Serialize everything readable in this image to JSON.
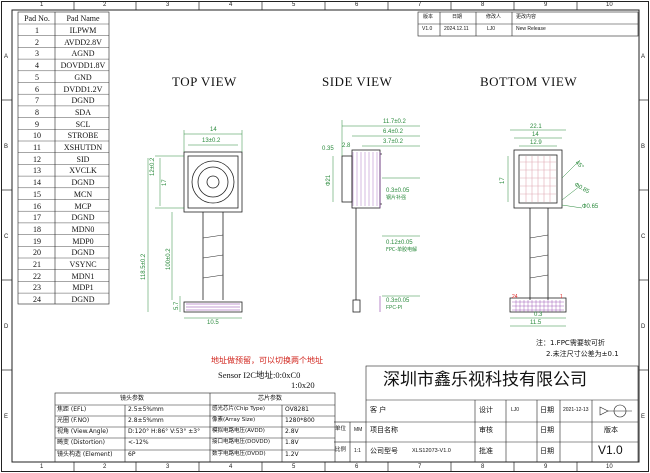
{
  "grid_cols": [
    "1",
    "2",
    "3",
    "4",
    "5",
    "6",
    "7",
    "8",
    "9",
    "10"
  ],
  "grid_rows": [
    "A",
    "B",
    "C",
    "D",
    "E"
  ],
  "revision": {
    "headers": [
      "版本",
      "日期",
      "修改人",
      "更改内容"
    ],
    "row": [
      "V1.0",
      "2024.12.11",
      "LJ0",
      "New Release"
    ]
  },
  "pad_table": {
    "header_no": "Pad No.",
    "header_name": "Pad Name",
    "rows": [
      [
        "1",
        "ILPWM"
      ],
      [
        "2",
        "AVDD2.8V"
      ],
      [
        "3",
        "AGND"
      ],
      [
        "4",
        "DOVDD1.8V"
      ],
      [
        "5",
        "GND"
      ],
      [
        "6",
        "DVDD1.2V"
      ],
      [
        "7",
        "DGND"
      ],
      [
        "8",
        "SDA"
      ],
      [
        "9",
        "SCL"
      ],
      [
        "10",
        "STROBE"
      ],
      [
        "11",
        "XSHUTDN"
      ],
      [
        "12",
        "SID"
      ],
      [
        "13",
        "XVCLK"
      ],
      [
        "14",
        "DGND"
      ],
      [
        "15",
        "MCN"
      ],
      [
        "16",
        "MCP"
      ],
      [
        "17",
        "DGND"
      ],
      [
        "18",
        "MDN0"
      ],
      [
        "19",
        "MDP0"
      ],
      [
        "20",
        "DGND"
      ],
      [
        "21",
        "VSYNC"
      ],
      [
        "22",
        "MDN1"
      ],
      [
        "23",
        "MDP1"
      ],
      [
        "24",
        "DGND"
      ]
    ]
  },
  "views": {
    "top": "TOP VIEW",
    "side": "SIDE VIEW",
    "bottom": "BOTTOM VIEW"
  },
  "dims": {
    "top_14": "14",
    "top_13": "13±0.2",
    "top_12": "12±0.2",
    "top_17": "17",
    "top_118": "118.5±0.2",
    "top_100": "100±0.2",
    "top_57": "5.7",
    "top_105": "10.5",
    "side_117": "11.7±0.2",
    "side_64": "6.4±0.2",
    "side_37": "3.7±0.2",
    "side_035": "0.35",
    "side_28": "2.8",
    "side_phi": "Ф21",
    "side_03": "0.3±0.05",
    "side_steel": "钢片补强",
    "side_012": "0.12±0.05",
    "side_fpc": "FPC-单胶电解",
    "side_03b": "0.3±0.05",
    "side_fpc2": "FPC-PI",
    "bot_221": "22.1",
    "bot_14": "14",
    "bot_129": "12.9",
    "bot_45": "45°",
    "bot_phi": "Ф0.85",
    "bot_phi2": "Ф0.65",
    "bot_17": "17",
    "bot_03": "0.3",
    "bot_115": "11.5",
    "bot_24": "24",
    "bot_1": "1"
  },
  "notes": {
    "line1": "注：1.FPC需要软可折",
    "line2": "2.未注尺寸公差为±0.1"
  },
  "addr": {
    "red": "地址做预留，可以切换两个地址",
    "line1": "Sensor I2C地址:0:0xC0",
    "line2": "1:0x20"
  },
  "company": "深圳市鑫乐视科技有限公司",
  "params": {
    "lens_header": "镜头参数",
    "chip_header": "芯片参数",
    "rows": [
      [
        "焦距 (EFL)",
        "2.5±5%mm",
        "感光芯片(Chip Type)",
        "OV8281"
      ],
      [
        "光圈 (F.NO)",
        "2.8±5%mm",
        "像素(Array Size)",
        "1280*800"
      ],
      [
        "视角 (View.Angle)",
        "D:120° H:86° V:53° ±3°",
        "模拟电路电压(AVDD)",
        "2.8V"
      ],
      [
        "畸变 (Distortion)",
        "<-12%",
        "接口电路电压(DOVDD)",
        "1.8V"
      ],
      [
        "镜头构造 (Element)",
        "6P",
        "数字电路电压(DVDD)",
        "1.2V"
      ]
    ]
  },
  "title_block": {
    "customer_label": "客  户",
    "design_label": "设计",
    "design_val": "LJ0",
    "date_label": "日期",
    "date_val": "2021-12-13",
    "unit_label": "单位",
    "unit_val": "MM",
    "proj_label": "项目名称",
    "review_label": "审核",
    "date_label2": "日期",
    "version_label": "版本",
    "scale_label": "比例",
    "scale_val": "1:1",
    "model_label": "公司型号",
    "model_val": "XLS12073-V1.0",
    "approve_label": "批准",
    "date_label3": "日期",
    "version_val": "V1.0"
  }
}
